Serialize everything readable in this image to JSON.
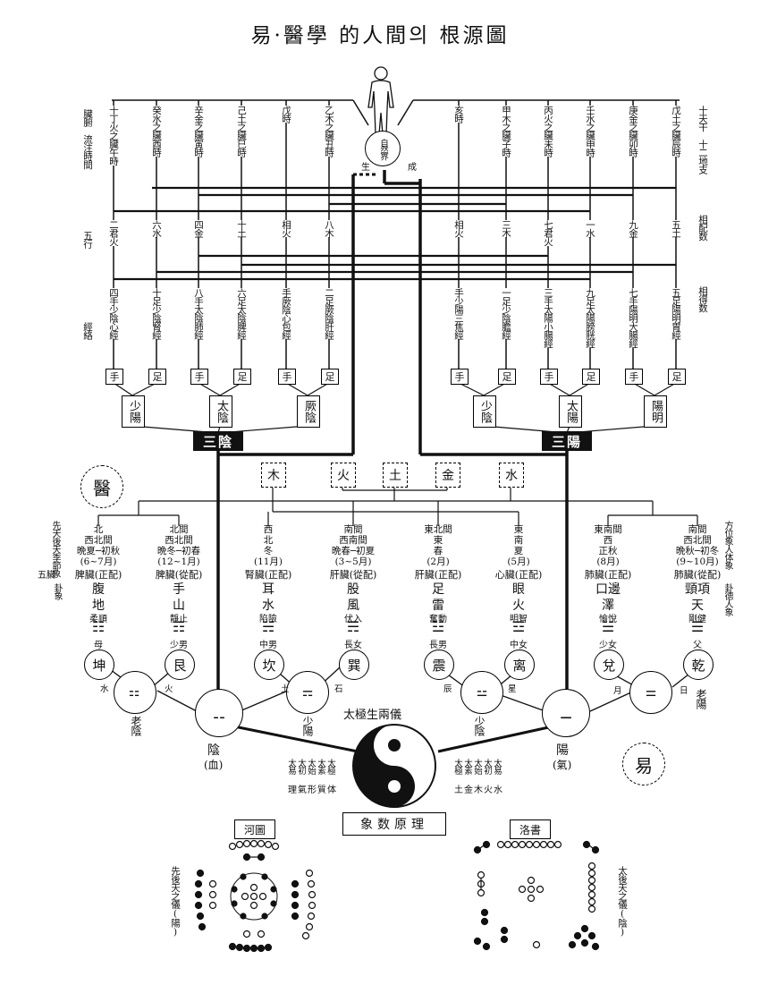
{
  "title": "易·醫學 的人間의 根源圖",
  "row_labels": {
    "zangfu": "臟腑　流注時間",
    "wuxing": "五行",
    "jingluo": "經絡",
    "tiangan": "十天干　十二地支",
    "xiangpei": "相配数",
    "xiangde": "相得数"
  },
  "human": {
    "center": "自然界",
    "sheng": "生",
    "cheng": "成"
  },
  "organ_cols": [
    "十丁火之臟午時",
    "癸水之臟酉時",
    "辛金之臟寅時",
    "己土之臟巳時",
    "戊時",
    "乙木之臟丑時",
    "亥時",
    "甲木之臟子時",
    "丙火之臟未時",
    "壬水之臟申時",
    "庚金之臟卯時",
    "戊土之臟辰時"
  ],
  "wuxing_cols": [
    "二君火",
    "六水",
    "四金",
    "十土",
    "相火",
    "八木",
    "相火",
    "三木",
    "七君火",
    "一水",
    "九金",
    "五土"
  ],
  "meridian_cols": [
    "四手少陰心經",
    "十足少陰腎經",
    "八手太陰肺經",
    "六足太陰脾經",
    "手厥陰心包經",
    "二足厥陰肝經",
    "手少陽三焦經",
    "一足少陰膽經",
    "三手太陽小腸經",
    "九足太陽膀胱經",
    "七手陽明大腸經",
    "五足陽明胃經"
  ],
  "hand_foot": [
    "手",
    "足",
    "手",
    "足",
    "手",
    "足",
    "手",
    "足",
    "手",
    "足",
    "手",
    "足"
  ],
  "channel_groups": [
    "少陽",
    "太陰",
    "厥陰",
    "少陰",
    "太陽",
    "陽明"
  ],
  "san_yin": "三陰",
  "san_yang": "三陽",
  "elements": [
    "木",
    "火",
    "土",
    "金",
    "水"
  ],
  "yi_left": "醫",
  "yi_right": "易",
  "left_side_labels": {
    "a": "先天後天季節象",
    "b": "五臟",
    "c": "卦象"
  },
  "right_side_labels": {
    "a": "方位象人体象",
    "b": "卦德人象"
  },
  "trigram_cols": [
    {
      "head": "北\n西北間\n晩夏─初秋\n(6~7月)",
      "organ": "脾臟(正配)",
      "body": "腹",
      "nature": "地",
      "virtue": "柔順",
      "family": "母",
      "name": "坤"
    },
    {
      "head": "北間\n西北間\n晩冬─初春\n(12~1月)",
      "organ": "脾臟(從配)",
      "body": "手",
      "nature": "山",
      "virtue": "靜止",
      "family": "少男",
      "name": "艮"
    },
    {
      "head": "西\n北\n冬\n(11月)",
      "organ": "腎臟(正配)",
      "body": "耳",
      "nature": "水",
      "virtue": "陷險",
      "family": "中男",
      "name": "坎"
    },
    {
      "head": "南間\n西南間\n晩春─初夏\n(3~5月)",
      "organ": "肝臟(從配)",
      "body": "股",
      "nature": "風",
      "virtue": "伏入",
      "family": "長女",
      "name": "巽"
    },
    {
      "head": "東北間\n東\n春\n(2月)",
      "organ": "肝臟(正配)",
      "body": "足",
      "nature": "雷",
      "virtue": "奮動",
      "family": "長男",
      "name": "震"
    },
    {
      "head": "東\n南\n夏\n(5月)",
      "organ": "心臟(正配)",
      "body": "眼",
      "nature": "火",
      "virtue": "明智",
      "family": "中女",
      "name": "离"
    },
    {
      "head": "東南間\n西\n正秋\n(8月)",
      "organ": "肺臟(正配)",
      "body": "口邊",
      "nature": "澤",
      "virtue": "愉悅",
      "family": "少女",
      "name": "兌"
    },
    {
      "head": "南間\n西北間\n晩秋─初冬\n(9~10月)",
      "organ": "肺臟(從配)",
      "body": "頸項",
      "nature": "天",
      "virtue": "剛健",
      "family": "父",
      "name": "乾"
    }
  ],
  "small_labels": [
    "水",
    "火",
    "土",
    "石",
    "辰",
    "星",
    "月",
    "日"
  ],
  "four_images": [
    "老陰",
    "少陽",
    "少陰",
    "老陽"
  ],
  "yin": {
    "name": "陰",
    "sub": "(血)"
  },
  "yang": {
    "name": "陽",
    "sub": "(氣)"
  },
  "taiji_title": "太極生兩儀",
  "taiji_left": [
    "太易",
    "太初",
    "太始",
    "太素",
    "太極"
  ],
  "taiji_left_sub": [
    "理",
    "氣",
    "形",
    "質",
    "体"
  ],
  "taiji_right": [
    "太極",
    "太素",
    "太始",
    "太初",
    "太易"
  ],
  "taiji_right_sub": [
    "土",
    "金",
    "木",
    "火",
    "水"
  ],
  "xiangshu": "象数原理",
  "hetu": "河圖",
  "luoshu": "洛書",
  "hetu_side": "先後天之儀(陽)",
  "luoshu_side": "太後天之儀(陰)",
  "colors": {
    "ink": "#111111",
    "paper": "#ffffff"
  }
}
